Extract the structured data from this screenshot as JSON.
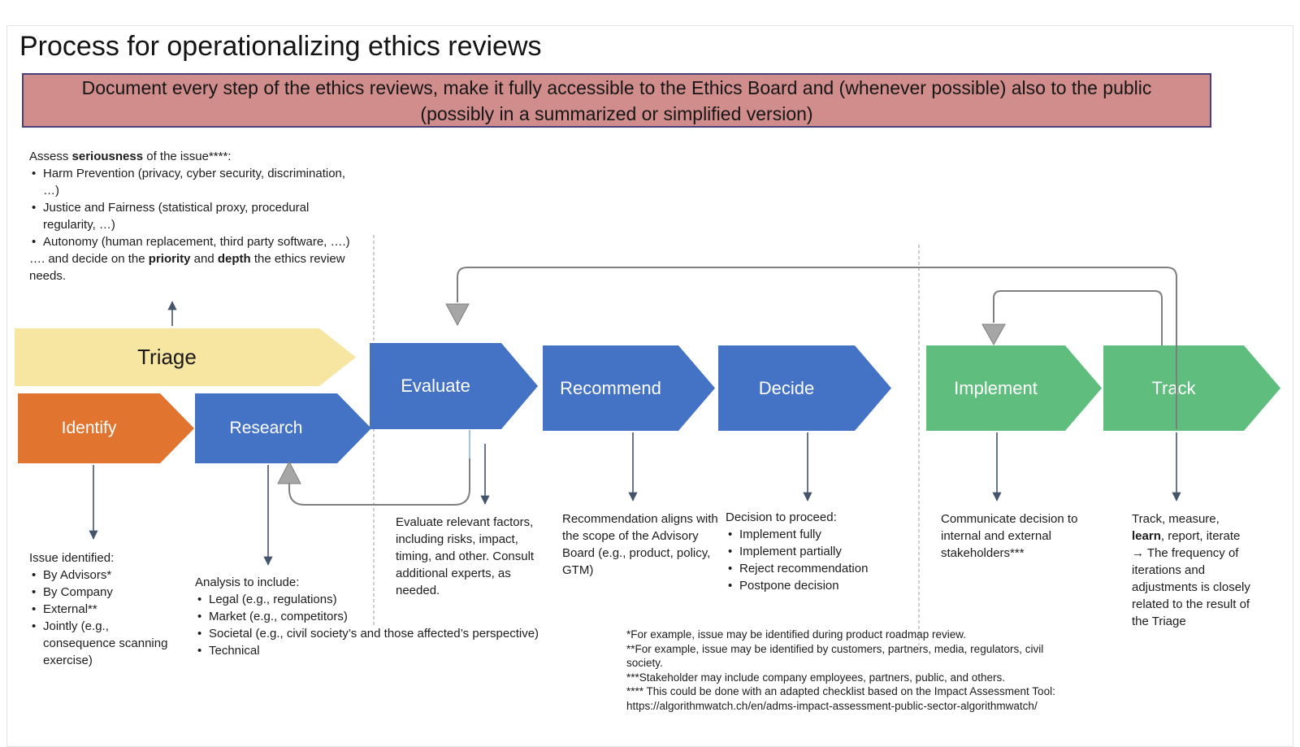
{
  "title": "Process for operationalizing ethics reviews",
  "banner": {
    "text": "Document every step of the ethics reviews, make it fully accessible to the Ethics Board and (whenever possible) also to the public (possibly in a summarized or simplified version)",
    "bg_color": "#D18C8C",
    "border_color": "#4A4178"
  },
  "assess": {
    "intro_pre": "Assess ",
    "intro_bold": "seriousness",
    "intro_post": " of the issue****:",
    "bullets": [
      "Harm Prevention (privacy, cyber security, discrimination, …)",
      "Justice and Fairness (statistical proxy, procedural regularity, …)",
      "Autonomy (human replacement, third party software, ….)"
    ],
    "outro_pre": "…. and decide on the ",
    "outro_bold1": "priority",
    "outro_mid": " and ",
    "outro_bold2": "depth",
    "outro_post": " the ethics review needs."
  },
  "steps": [
    {
      "label": "Triage",
      "color": "#F7E5A2",
      "text_color": "#1A1A1A"
    },
    {
      "label": "Identify",
      "color": "#E1752F",
      "text_color": "#FFFFFF"
    },
    {
      "label": "Research",
      "color": "#4472C4",
      "text_color": "#FFFFFF"
    },
    {
      "label": "Evaluate",
      "color": "#4472C4",
      "text_color": "#FFFFFF"
    },
    {
      "label": "Recommend",
      "color": "#4472C4",
      "text_color": "#FFFFFF"
    },
    {
      "label": "Decide",
      "color": "#4472C4",
      "text_color": "#FFFFFF"
    },
    {
      "label": "Implement",
      "color": "#5FBE7E",
      "text_color": "#FFFFFF"
    },
    {
      "label": "Track",
      "color": "#5FBE7E",
      "text_color": "#FFFFFF"
    }
  ],
  "notes": {
    "identify": {
      "heading": "Issue identified:",
      "bullets": [
        "By Advisors*",
        "By Company",
        "External**",
        "Jointly (e.g., consequence scanning exercise)"
      ]
    },
    "research": {
      "heading": "Analysis to include:",
      "bullets": [
        "Legal (e.g., regulations)",
        "Market (e.g., competitors)",
        "Societal (e.g., civil society’s and those affected’s perspective)",
        "Technical"
      ]
    },
    "evaluate": {
      "text": "Evaluate relevant factors, including risks, impact, timing, and other. Consult additional experts, as needed."
    },
    "recommend": {
      "text": "Recommendation aligns with the scope of the Advisory Board (e.g., product, policy, GTM)"
    },
    "decide": {
      "heading": "Decision to proceed:",
      "bullets": [
        "Implement fully",
        "Implement partially",
        "Reject recommendation",
        "Postpone decision"
      ]
    },
    "implement": {
      "text": "Communicate decision to internal and external stakeholders***"
    },
    "track": {
      "pre": "Track, measure, ",
      "bold": "learn",
      "post": ", report, iterate",
      "arrow_text": "→ The frequency of iterations and adjustments is closely related to the result of the Triage"
    }
  },
  "footnotes": [
    "*For example, issue may be identified during product roadmap review.",
    "**For example, issue may be identified by customers, partners, media, regulators, civil society.",
    "***Stakeholder may include company employees, partners, public, and others.",
    "**** This could be done with an adapted checklist based on the Impact Assessment Tool: https://algorithmwatch.ch/en/adms-impact-assessment-public-sector-algorithmwatch/"
  ],
  "colors": {
    "loop_arrow": "#7F7F7F",
    "loop_arrowhead": "#A6A6A6",
    "annotation_arrow": "#44546A",
    "dashed_divider": "#B3B3B3",
    "connector_highlight": "#9DC3E6"
  }
}
